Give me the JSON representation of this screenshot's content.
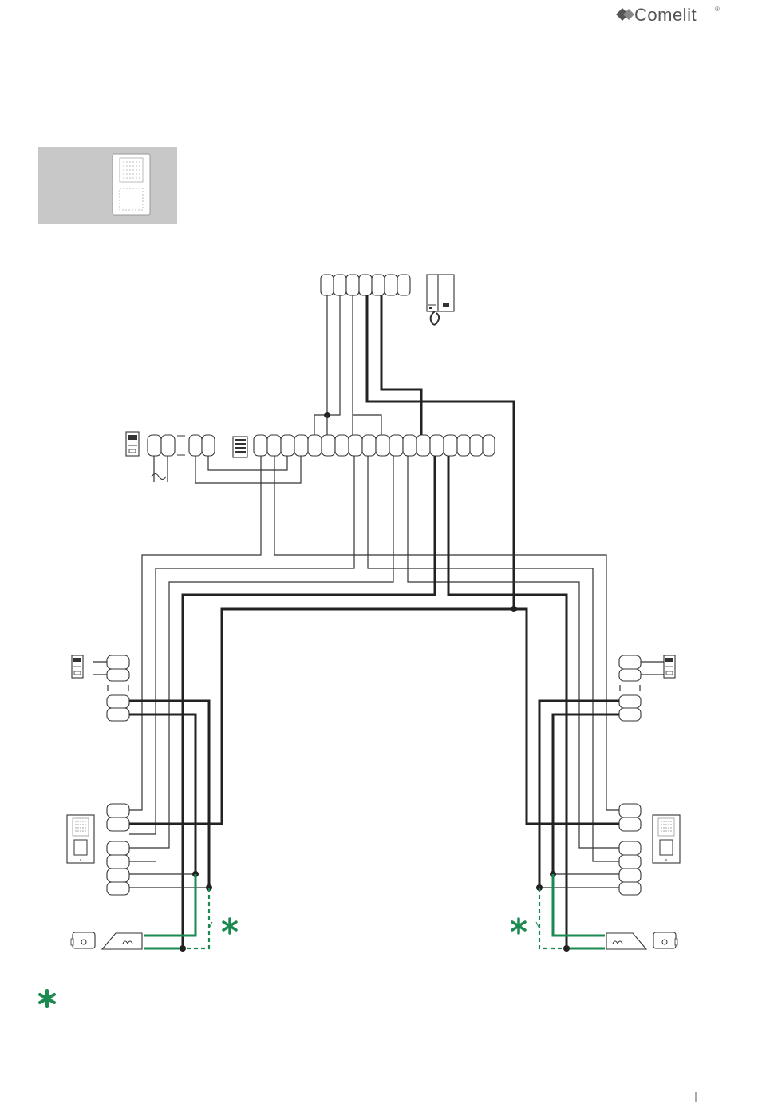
{
  "brand": {
    "name": "Comelit",
    "mark": "®",
    "color": "#555555"
  },
  "colors": {
    "wire": "#222222",
    "green_wire": "#1a8a50",
    "panel_bg": "#c8c8c8"
  },
  "footnote": {
    "symbol": "*"
  },
  "icons": {
    "logo": "comelit-logo",
    "thumbnail": "entrance-panel-thumbnail",
    "handset": "intercom-handset-icon",
    "power": "power-supply-icon",
    "controller": "controller-icon",
    "relay": "relay-module-icon",
    "entrance_panel": "entrance-panel-icon",
    "camera": "camera-icon",
    "lock": "door-lock-icon",
    "ac": "ac-symbol"
  }
}
